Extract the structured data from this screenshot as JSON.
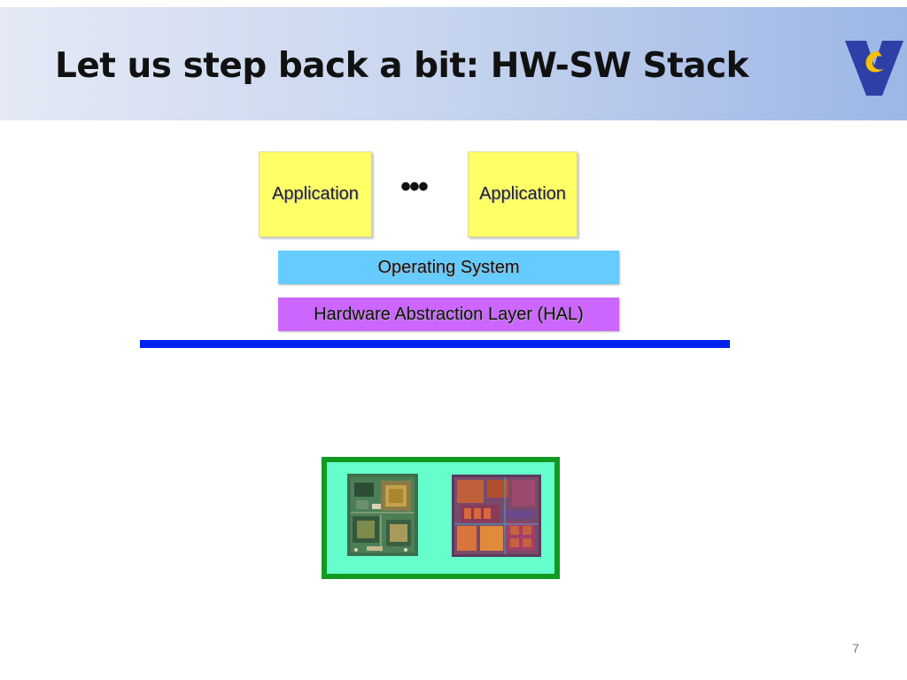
{
  "slide": {
    "title": "Let us step back a bit: HW-SW Stack",
    "page_number": "7"
  },
  "stack": {
    "applications": [
      "Application",
      "Application"
    ],
    "ellipsis": "•••",
    "operating_system": "Operating System",
    "hal": "Hardware Abstraction Layer (HAL)"
  },
  "hardware": {
    "images": [
      "circuit-board-photo",
      "chip-die-photo"
    ]
  },
  "colors": {
    "application": "#ffff66",
    "operating_system": "#66ccff",
    "hal": "#cc66ff",
    "hw_sw_boundary": "#0022ee",
    "hardware_background": "#66ffcc",
    "hardware_border": "#119922"
  }
}
